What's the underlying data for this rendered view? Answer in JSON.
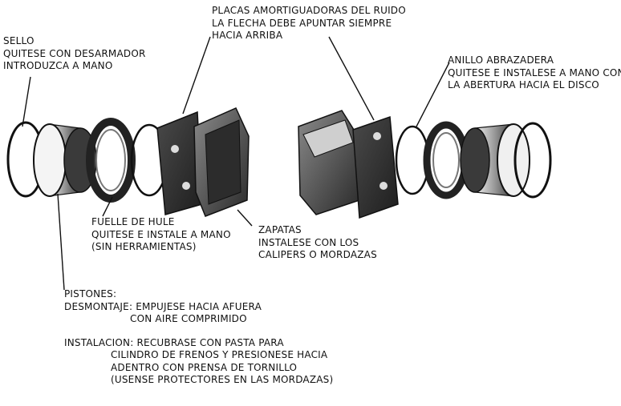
{
  "labels": {
    "sello": [
      "SELLO",
      "QUITESE CON DESARMADOR",
      "INTRODUZCA A MANO"
    ],
    "placas": [
      "PLACAS AMORTIGUADORAS DEL RUIDO",
      "LA FLECHA DEBE APUNTAR SIEMPRE",
      "HACIA ARRIBA"
    ],
    "anillo": [
      "ANILLO ABRAZADERA",
      "QUITESE E INSTALESE A MANO CON",
      "LA ABERTURA HACIA EL DISCO"
    ],
    "fuelle": [
      "FUELLE DE HULE",
      "QUITESE E INSTALE A MANO",
      "(SIN HERRAMIENTAS)"
    ],
    "zapatas": [
      "ZAPATAS",
      "INSTALESE CON LOS",
      "CALIPERS O MORDAZAS"
    ],
    "pistones": {
      "title": "PISTONES:",
      "desmontaje_label": "DESMONTAJE:",
      "desmontaje": [
        "EMPUJESE HACIA AFUERA",
        "CON AIRE COMPRIMIDO"
      ],
      "instalacion_label": "INSTALACION:",
      "instalacion": [
        "RECUBRASE CON PASTA PARA",
        "CILINDRO DE FRENOS Y PRESIONESE HACIA",
        "ADENTRO CON PRENSA DE TORNILLO",
        "(USENSE PROTECTORES EN LAS MORDAZAS)"
      ]
    }
  },
  "colors": {
    "ink": "#111111",
    "part_dark": "#2a2a2a",
    "part_mid": "#7a7a7a",
    "part_light": "#d8d8d8",
    "background": "#ffffff"
  }
}
